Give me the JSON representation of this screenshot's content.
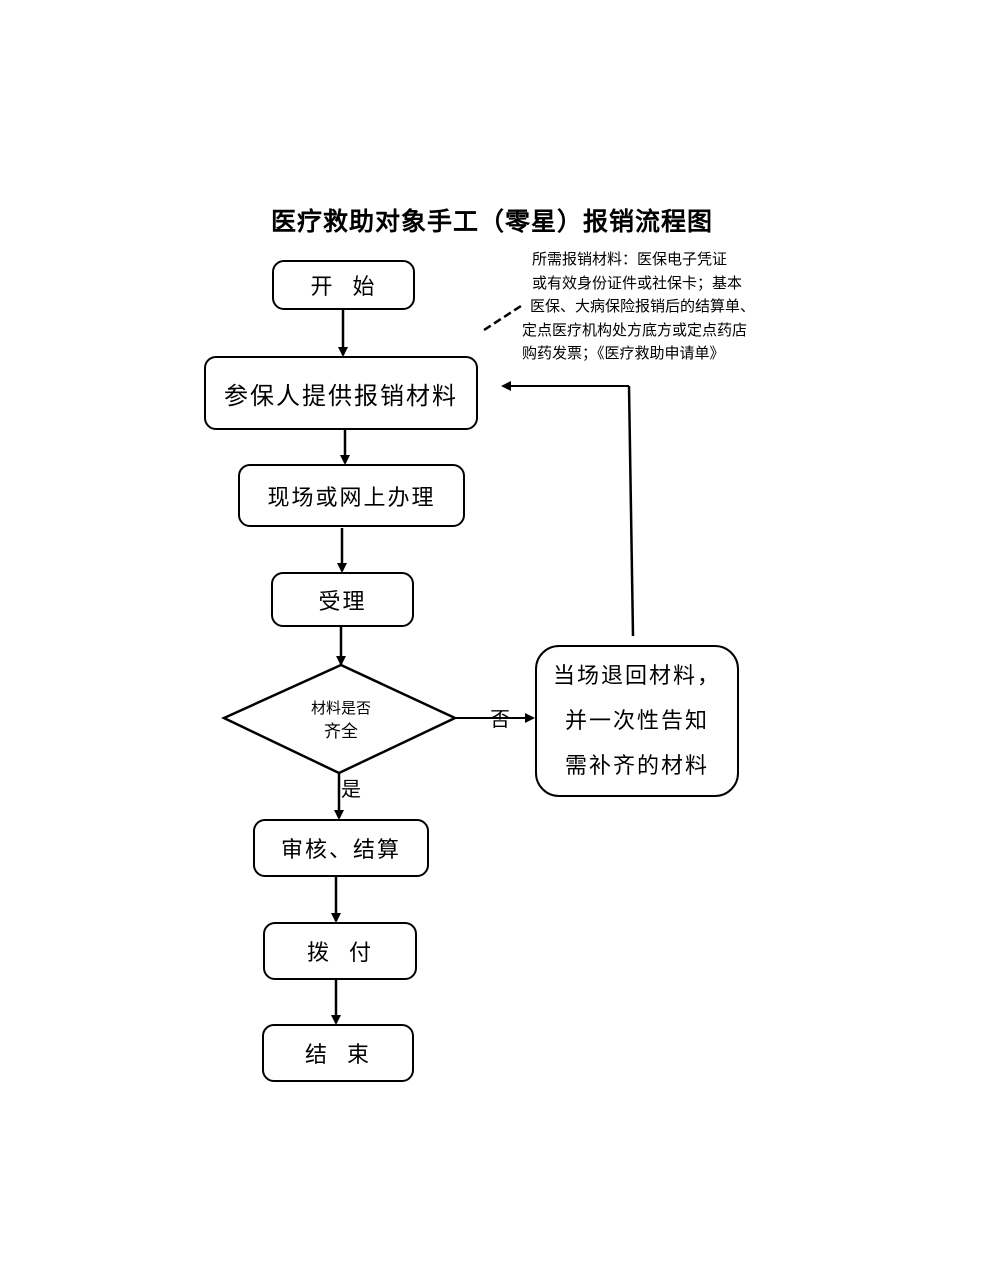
{
  "title": "医疗救助对象手工（零星）报销流程图",
  "nodes": {
    "start": "开  始",
    "provide": "参保人提供报销材料",
    "handle": "现场或网上办理",
    "accept": "受理",
    "decision_line1": "材料是否",
    "decision_line2": "齐全",
    "review": "审核、结算",
    "pay": "拨  付",
    "end": "结  束",
    "return_line1": "当场退回材料，",
    "return_line2": "并一次性告知",
    "return_line3": "需补齐的材料"
  },
  "edges": {
    "no_label": "否",
    "yes_label": "是"
  },
  "note": {
    "lines": [
      "所需报销材料：医保电子凭证",
      "或有效身份证件或社保卡；基本",
      "医保、大病保险报销后的结算单、",
      "定点医疗机构处方底方或定点药店",
      "购药发票；《医疗救助申请单》"
    ]
  }
}
